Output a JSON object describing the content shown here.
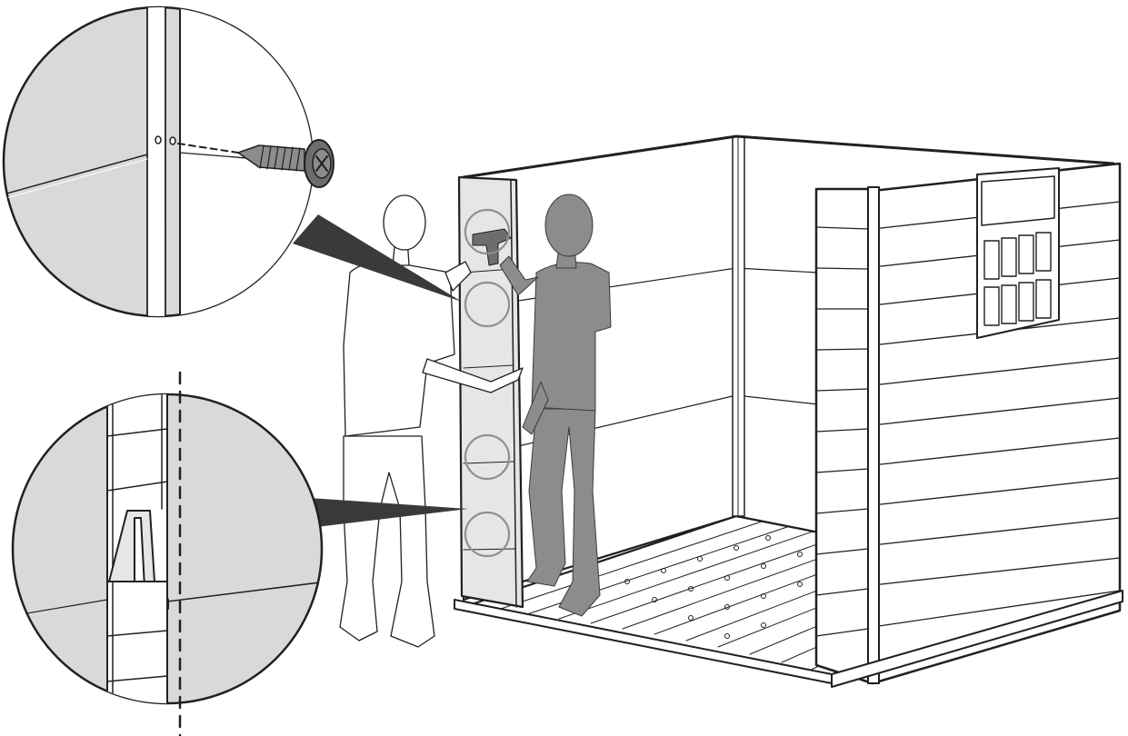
{
  "illustration": {
    "kind": "assembly-instruction",
    "text": [],
    "palette": {
      "line": "#231f20",
      "callout_fill": "#d9d9da",
      "helper_fill": "#ffffff",
      "worker_fill": "#8c8c8e",
      "callout_pointer": "#3a3a3c",
      "highlight_panel": "#e6e6e7",
      "marker_circle": "#8f8f90"
    },
    "icons": [
      "screw-icon",
      "drill-icon"
    ],
    "callouts": [
      {
        "name": "screw-detail",
        "shows": "screw-icon"
      },
      {
        "name": "panel-interlock-detail",
        "shows": "panel-joint"
      }
    ],
    "marker_circles": 4,
    "people": [
      "helper-person",
      "worker-person"
    ]
  }
}
